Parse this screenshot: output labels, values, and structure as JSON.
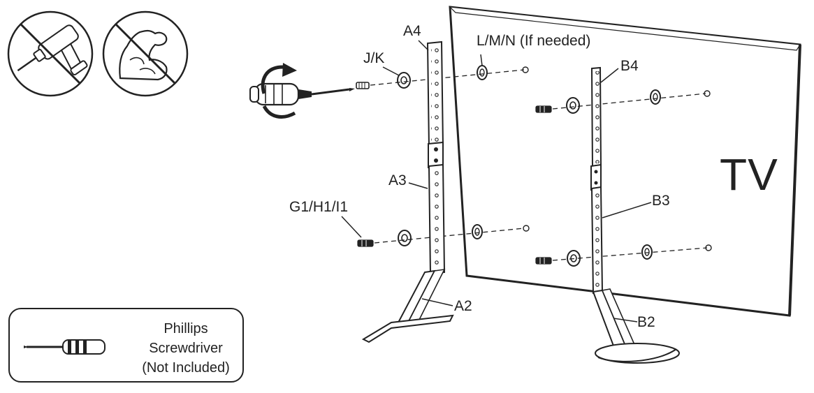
{
  "labels": {
    "tv": "TV",
    "a4": "A4",
    "a3": "A3",
    "a2": "A2",
    "b4": "B4",
    "b3": "B3",
    "b2": "B2",
    "jk": "J/K",
    "lmn": "L/M/N  (If needed)",
    "g1h1i1": "G1/H1/I1"
  },
  "tool_box": {
    "line1": "Phillips",
    "line2": "Screwdriver",
    "line3": "(Not Included)"
  },
  "colors": {
    "ink": "#222222",
    "paper": "#ffffff"
  },
  "icons": [
    "no-power-drill-icon",
    "no-excessive-force-icon",
    "screwdriver-rotate-icon"
  ]
}
